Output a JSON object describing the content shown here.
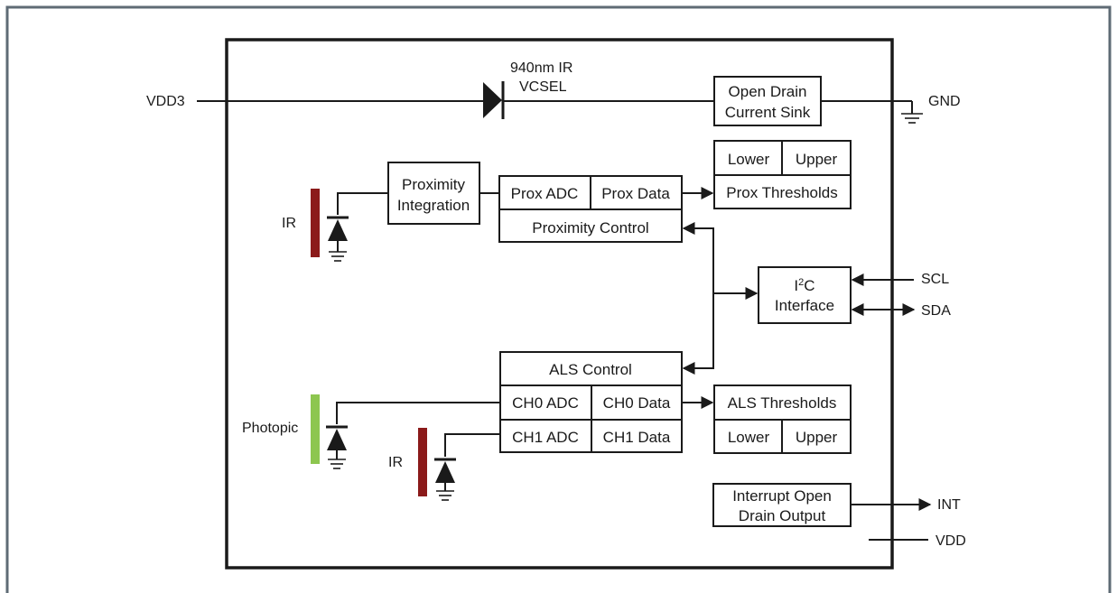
{
  "pins": {
    "vdd3": "VDD3",
    "gnd": "GND",
    "scl": "SCL",
    "sda": "SDA",
    "int": "INT",
    "vdd": "VDD"
  },
  "vcsel": {
    "line1": "940nm IR",
    "line2": "VCSEL"
  },
  "blocks": {
    "open_drain_sink": {
      "line1": "Open Drain",
      "line2": "Current Sink"
    },
    "prox_thresholds": {
      "lower": "Lower",
      "upper": "Upper",
      "label": "Prox Thresholds"
    },
    "proximity_integration": {
      "line1": "Proximity",
      "line2": "Integration"
    },
    "prox_adc": "Prox ADC",
    "prox_data": "Prox Data",
    "proximity_control": "Proximity Control",
    "i2c": {
      "prefix": "I",
      "sup": "2",
      "suffix": "C",
      "line2": "Interface"
    },
    "als_control": "ALS Control",
    "ch0_adc": "CH0 ADC",
    "ch0_data": "CH0 Data",
    "ch1_adc": "CH1 ADC",
    "ch1_data": "CH1 Data",
    "als_thresholds": {
      "label": "ALS Thresholds",
      "lower": "Lower",
      "upper": "Upper"
    },
    "interrupt": {
      "line1": "Interrupt Open",
      "line2": "Drain Output"
    }
  },
  "sensors": {
    "ir_prox": "IR",
    "photopic": "Photopic",
    "ir_als": "IR"
  },
  "colors": {
    "frame_border": "#5f6b75",
    "ir_sensor": "#8b1a1a",
    "photopic_sensor": "#8dc64f",
    "line": "#1a1a1a"
  }
}
